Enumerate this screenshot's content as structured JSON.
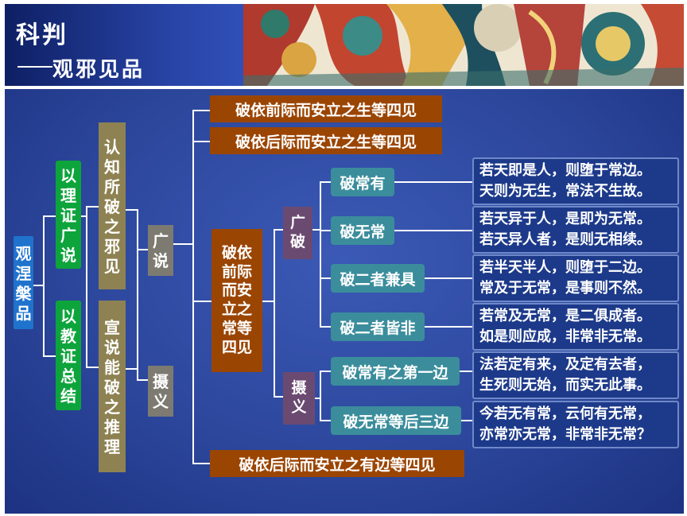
{
  "header": {
    "title": "科判",
    "subtitle": "观邪见品"
  },
  "diagram": {
    "root": "观涅槃品",
    "level1": [
      "以理证广说",
      "以教证总结"
    ],
    "level2": [
      "认知所破之邪见",
      "宣说能破之推理"
    ],
    "level3": [
      "广说",
      "摄义"
    ],
    "refute_items": [
      "破依前际而安立之生等四见",
      "破依后际而安立之生等四见",
      "破依前际而安立之常等四见",
      "破依后际而安立之有边等四见"
    ],
    "sub": [
      "广破",
      "摄义"
    ],
    "branches": [
      "破常有",
      "破无常",
      "破二者兼具",
      "破二者皆非",
      "破常有之第一边",
      "破无常等后三边"
    ],
    "verses": [
      [
        "若天即是人，则堕于常边。",
        "天则为无生，常法不生故。"
      ],
      [
        "若天异于人，是即为无常。",
        "若天异人者，是则无相续。"
      ],
      [
        "若半天半人，则堕于二边。",
        "常及于无常，是事则不然。"
      ],
      [
        "若常及无常，是二俱成者。",
        "如是则应成，非常非无常。"
      ],
      [
        "法若定有来，及定有去者，",
        "生死则无始，而实无此事。"
      ],
      [
        "今若无有常，云何有无常，",
        "亦常亦无常，非常非无常？"
      ]
    ]
  },
  "colors": {
    "background": "#2c479c",
    "root": "#1f73cc",
    "level1": "#0ea43c",
    "level2": "#8e8252",
    "level3": "#7d7a72",
    "refute": "#9b4503",
    "sub": "#6b4a72",
    "branch": "#3b8d9c",
    "verse": "#1d3a8a"
  }
}
